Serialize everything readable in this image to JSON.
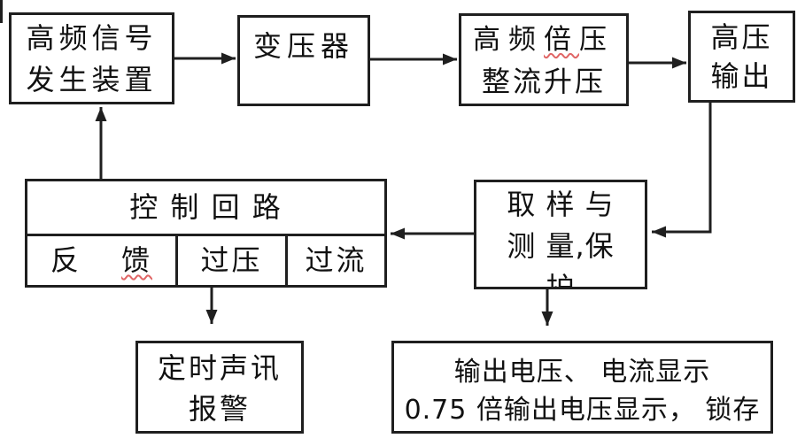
{
  "diagram": {
    "background_color": "#ffffff",
    "line_color": "#1f1f1f",
    "squiggle_color": "#e06666",
    "nodes": {
      "hf_signal_source": {
        "line1": "高频信号",
        "line2": "发生装置"
      },
      "transformer": {
        "line1": "变压器"
      },
      "hf_doubler_rectifier": {
        "line1_a": "高频",
        "line1_b": "倍",
        "line1_c": "压",
        "line2": "整流升压"
      },
      "hv_output": {
        "line1": "高压",
        "line2": "输出"
      },
      "control_loop": {
        "header": "控 制 回 路",
        "cell_feedback_a": "反",
        "cell_feedback_b": "馈",
        "cell_overvoltage": "过压",
        "cell_overcurrent": "过流"
      },
      "sampling_protection": {
        "line1": "取 样 与",
        "line2": "测 量,保",
        "line3": "护"
      },
      "timed_audio_alarm": {
        "line1": "定时声讯",
        "line2": "报警"
      },
      "output_display": {
        "line1": "输出电压、 电流显示",
        "line2": "0.75 倍输出电压显示， 锁存"
      }
    }
  }
}
